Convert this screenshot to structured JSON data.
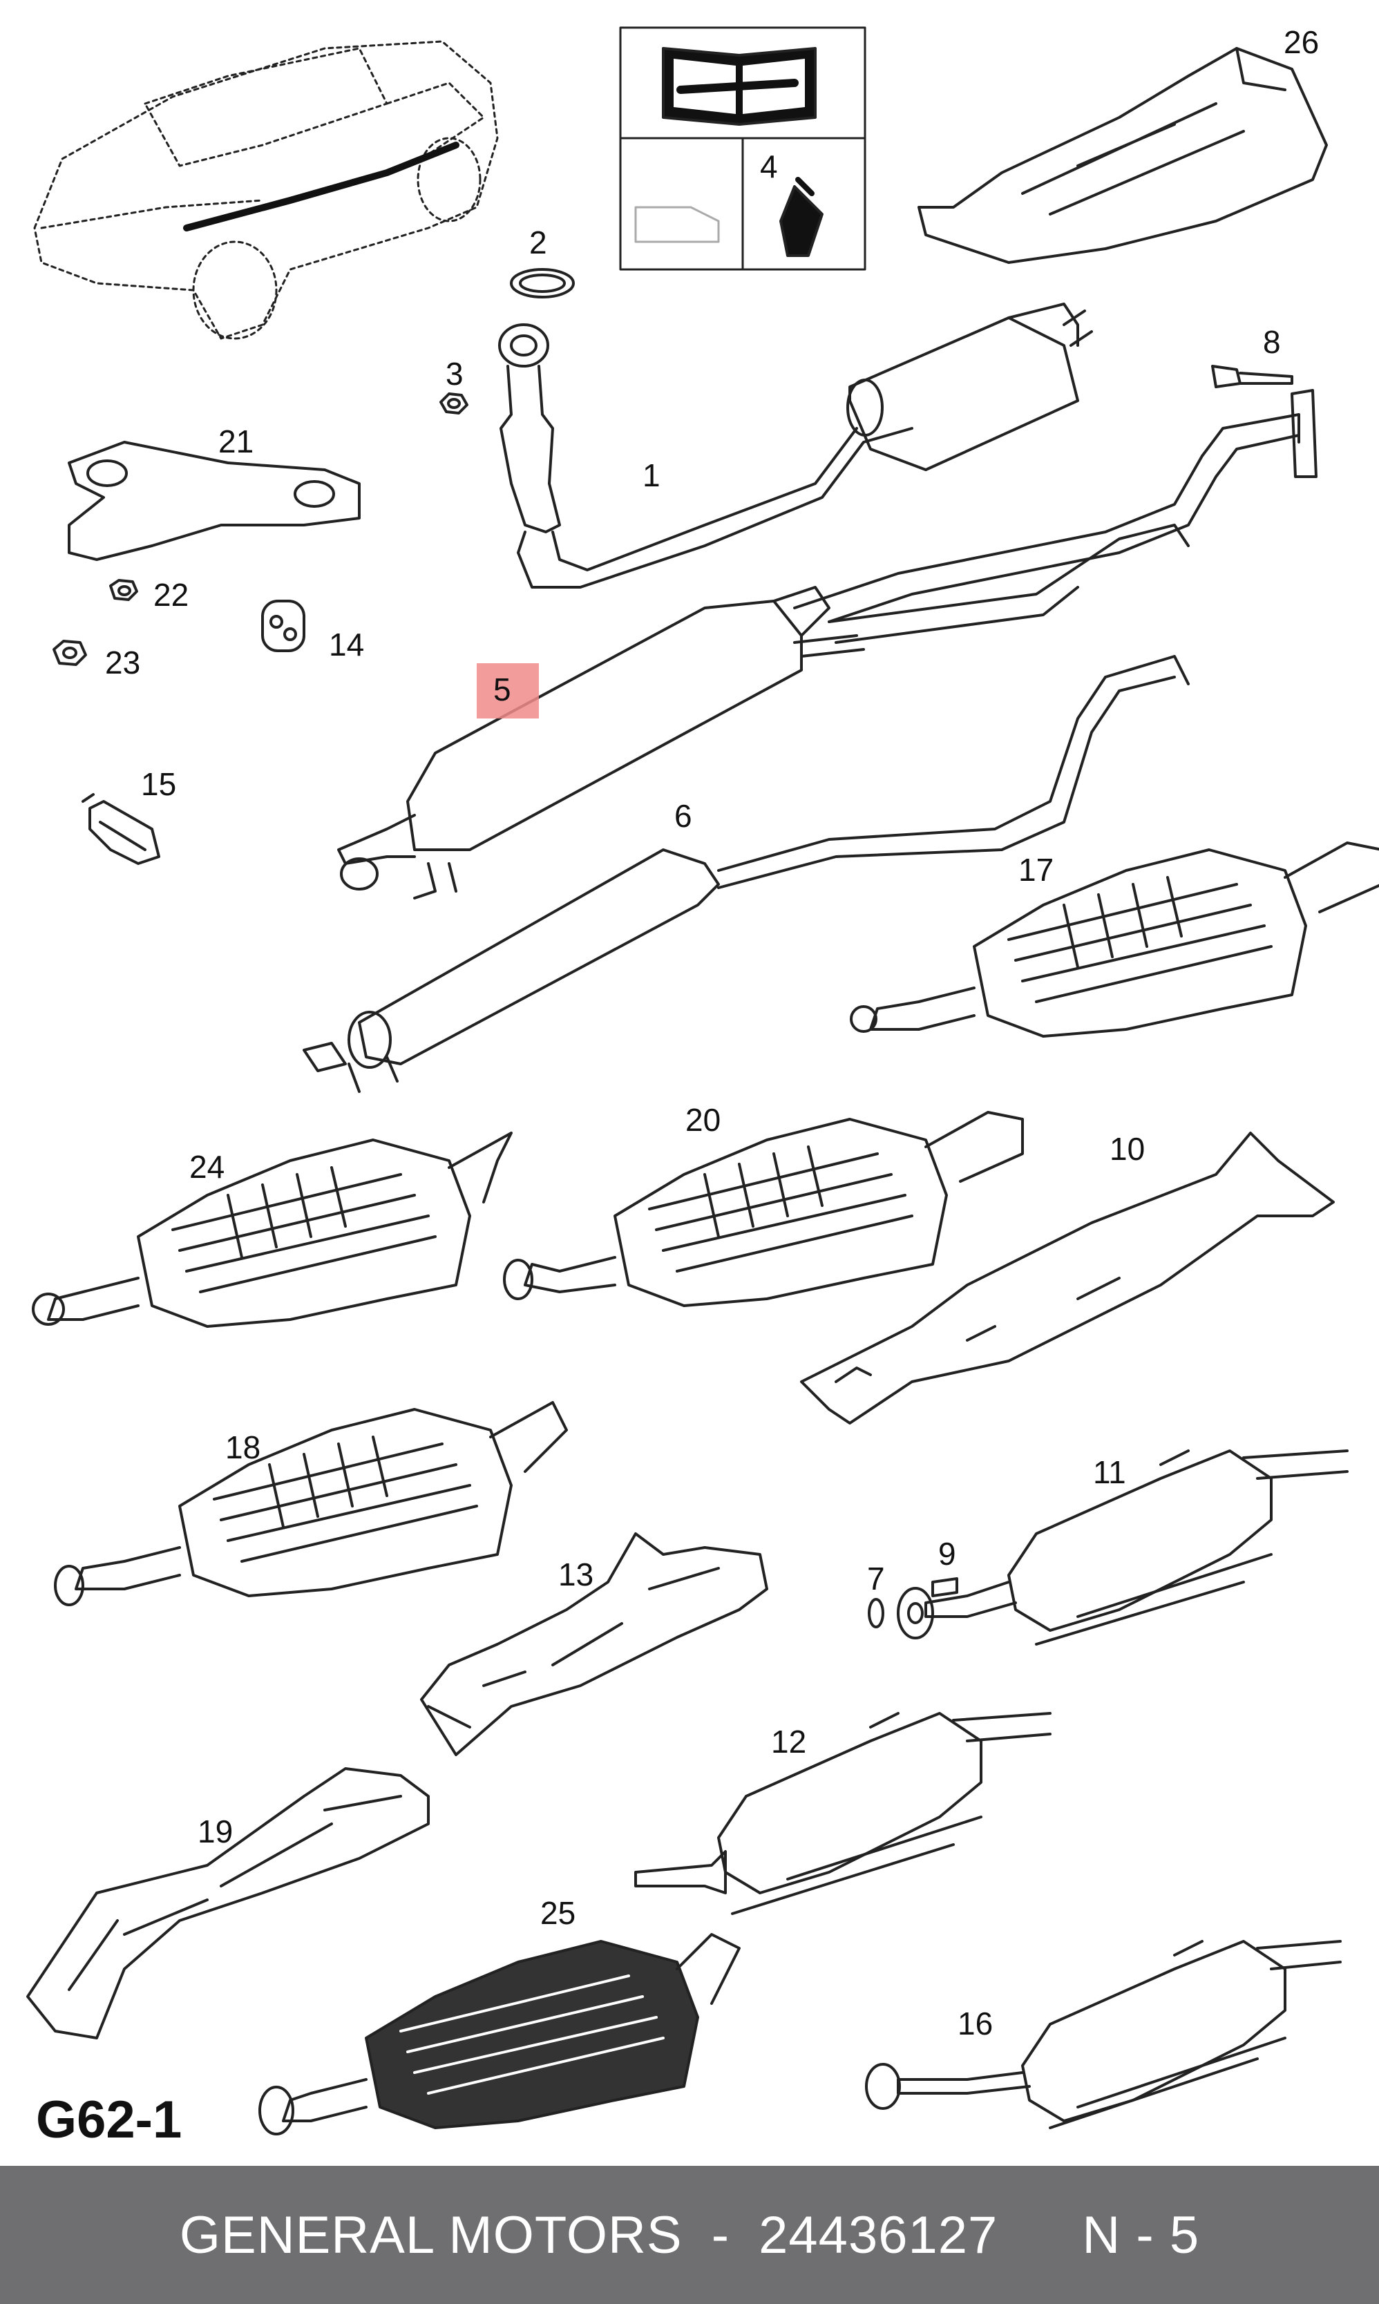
{
  "diagram": {
    "code": "G62-1",
    "callouts": [
      "1",
      "2",
      "3",
      "4",
      "5",
      "6",
      "7",
      "8",
      "9",
      "10",
      "11",
      "12",
      "13",
      "14",
      "15",
      "16",
      "17",
      "18",
      "19",
      "20",
      "21",
      "22",
      "23",
      "24",
      "25",
      "26"
    ],
    "highlighted_callout": "5",
    "highlight_color": "#f08b8b"
  },
  "footer": {
    "brand": "GENERAL MOTORS",
    "separator": "-",
    "part_number": "24436127",
    "position_label": "N - 5",
    "background": "#6f6f71"
  }
}
